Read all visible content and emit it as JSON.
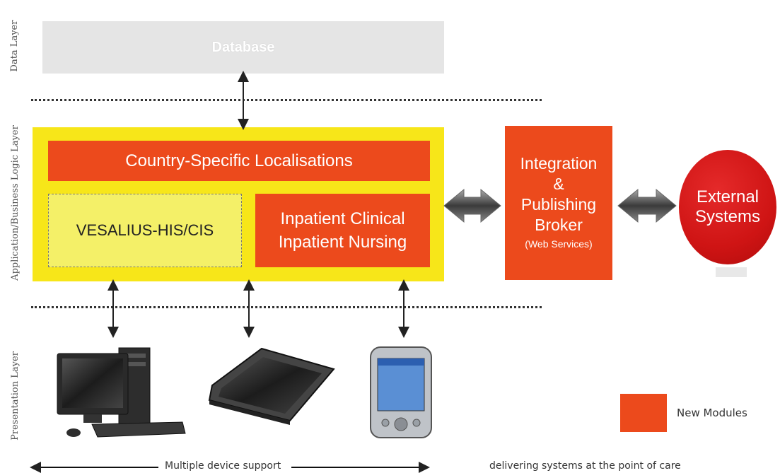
{
  "layers": {
    "data": "Data Layer",
    "application": "Application/Business Logic Layer",
    "presentation": "Presentation Layer"
  },
  "boxes": {
    "database": "Database",
    "country": "Country-Specific Localisations",
    "vesalius": "VESALIUS-HIS/CIS",
    "inpatient_line1": "Inpatient Clinical",
    "inpatient_line2": "Inpatient Nursing",
    "broker_line1": "Integration",
    "broker_line2": "&",
    "broker_line3": "Publishing",
    "broker_line4": "Broker",
    "broker_sub": "(Web Services)",
    "external_line1": "External",
    "external_line2": "Systems"
  },
  "legend": {
    "label": "New Modules",
    "color": "#ec4a1c"
  },
  "footer": {
    "devices": "Multiple device support",
    "delivery": "delivering systems at the point of care"
  },
  "devices": [
    "desktop-computer-icon",
    "tablet-pc-icon",
    "pda-icon"
  ],
  "colors": {
    "new_module": "#ec4a1c",
    "core_frame": "#f7e619",
    "core_module": "#f4f068",
    "database": "#e5e5e5"
  }
}
